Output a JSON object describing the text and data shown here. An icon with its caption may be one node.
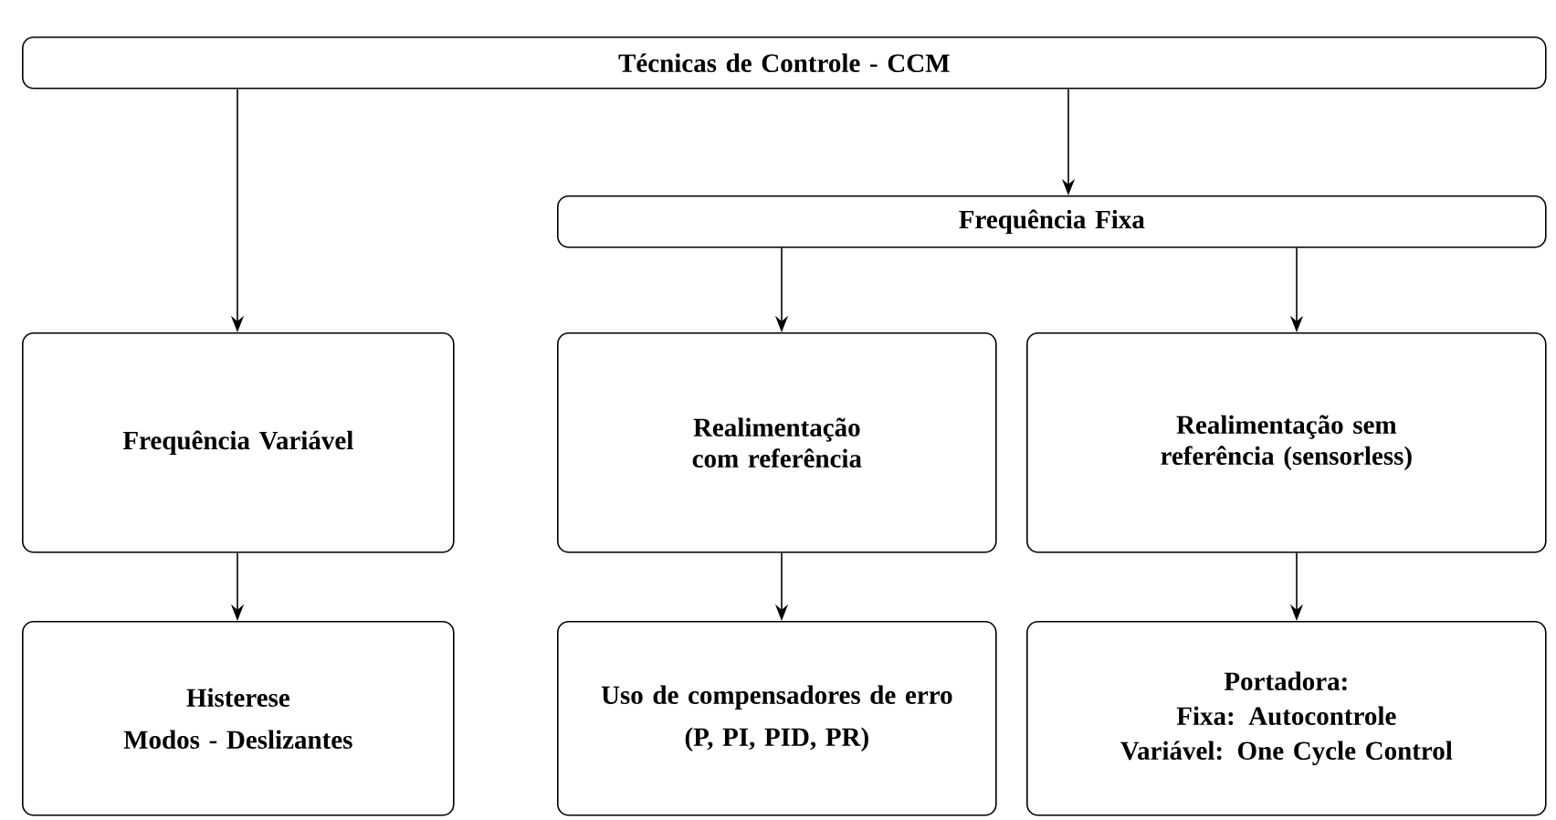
{
  "diagram": {
    "nodes": [
      {
        "text": [
          "Técnicas de Controle - CCM"
        ]
      },
      {
        "text": [
          "Frequência Fixa"
        ]
      },
      {
        "text": [
          "Frequência Variável"
        ]
      },
      {
        "text": [
          "Realimentação com referência"
        ]
      },
      {
        "text": [
          "Realimentação sem referência (sensorless)"
        ]
      },
      {
        "text": [
          "Histerese",
          "Modos - Deslizantes"
        ]
      },
      {
        "text": [
          "Uso de compensadores de erro",
          "(P, PI, PID, PR)"
        ]
      },
      {
        "text": [
          "Portadora:",
          "Fixa: Autocontrole",
          "Variável: One Cycle Control"
        ]
      }
    ],
    "edges": [
      {
        "from": 0,
        "to": 2,
        "arrow": "to"
      },
      {
        "from": 0,
        "to": 1,
        "arrow": "to"
      },
      {
        "from": 1,
        "to": 3,
        "arrow": "to"
      },
      {
        "from": 1,
        "to": 4,
        "arrow": "to"
      },
      {
        "from": 2,
        "to": 5,
        "arrow": "to"
      },
      {
        "from": 3,
        "to": 6,
        "arrow": "to"
      },
      {
        "from": 4,
        "to": 7,
        "arrow": "to"
      }
    ]
  }
}
